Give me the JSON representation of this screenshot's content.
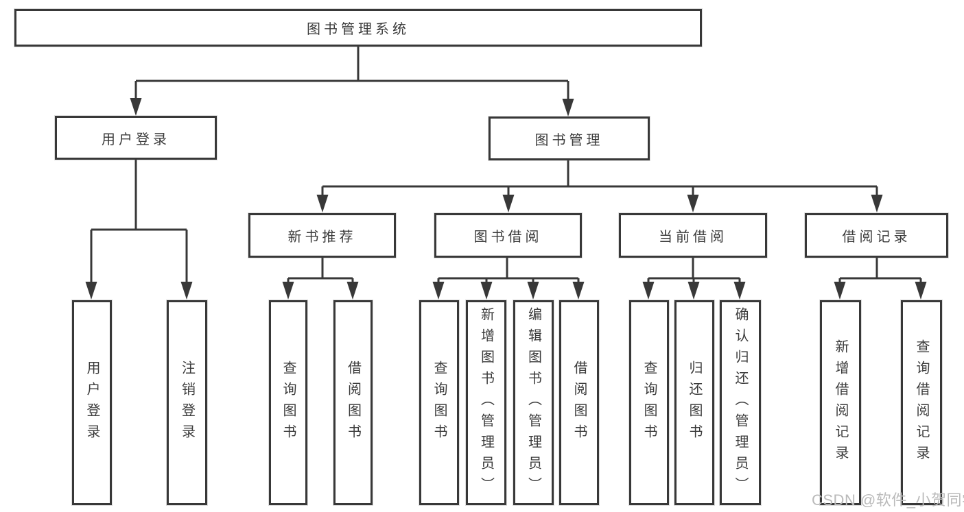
{
  "diagram_title": "图书管理系统",
  "watermark": "CSDN @软件_小贺同学",
  "colors": {
    "line": "#383838",
    "box_border": "#383838",
    "text": "#3b3b3b",
    "watermark": "#bababa",
    "background": "#ffffff"
  },
  "tree": {
    "label": "图书管理系统",
    "children": [
      {
        "label": "用户登录",
        "children": [
          {
            "label": "用户登录"
          },
          {
            "label": "注销登录"
          }
        ]
      },
      {
        "label": "图书管理",
        "children": [
          {
            "label": "新书推荐",
            "children": [
              {
                "label": "查询图书"
              },
              {
                "label": "借阅图书"
              }
            ]
          },
          {
            "label": "图书借阅",
            "children": [
              {
                "label": "查询图书"
              },
              {
                "label": "新增图书（管理员）"
              },
              {
                "label": "编辑图书（管理员）"
              },
              {
                "label": "借阅图书"
              }
            ]
          },
          {
            "label": "当前借阅",
            "children": [
              {
                "label": "查询图书"
              },
              {
                "label": "归还图书"
              },
              {
                "label": "确认归还（管理员）"
              }
            ]
          },
          {
            "label": "借阅记录",
            "children": [
              {
                "label": "新增借阅记录"
              },
              {
                "label": "查询借阅记录"
              }
            ]
          }
        ]
      }
    ]
  }
}
